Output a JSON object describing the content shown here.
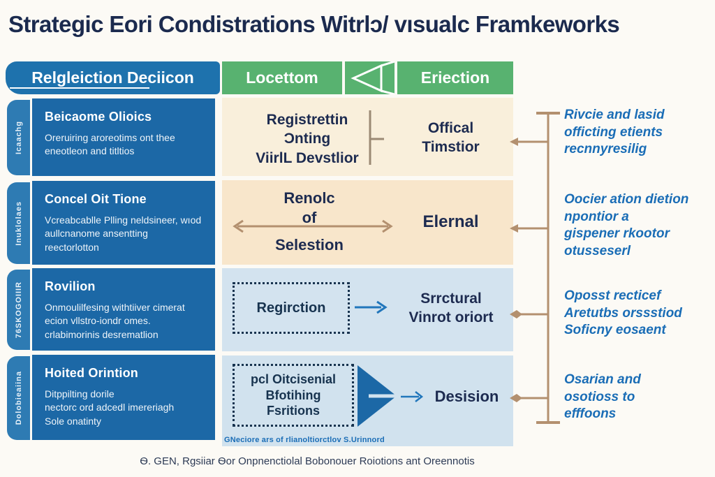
{
  "title": "Strategic Eori Condistrations Witrlɔ/ vısualc Framkeworks",
  "header": {
    "left_label": "Relgleiction Deciicon",
    "locettom": "Locettom",
    "eriection": "Eriection",
    "icon": "left-triangle-funnel-icon"
  },
  "rows": [
    {
      "tab": "Icaachg",
      "left_title": "Beicaome Olioics",
      "left_body": "Oreruiring aroreotims ont thee\neneotleon and titltios",
      "mid_text": "Registrettin\nƆnting\nViirlL Devstlior",
      "right_text": "Offical\nTimstior"
    },
    {
      "tab": "Inuklolaes",
      "left_title": "Concel Oit Tione",
      "left_body": "Vcreabcablle Plling neldsineer, wıod\naullcnanome ansentting\nreectorlotton",
      "mid_top": "Renolc\nof",
      "mid_bottom": "Selestion",
      "right_text": "Elernal"
    },
    {
      "tab": "76SKOGOIIIR",
      "left_title": "Rovilion",
      "left_body": "Onmoulilfesing withtiiver cimerat\necion vllstro-iondr omes.\ncrlabimorinis desrematlion",
      "box_text": "Regirction",
      "right_text": "Srrctural\nVinrot oriort"
    },
    {
      "tab": "Dolobieaiina",
      "left_title": "Hoited Orintion",
      "left_body": "Ditppilting dorile\nnectorc ord adcedl imereriagh\nSole onatinty",
      "box_text": "pcl Oitcisenial\nBfotihing\nFsritions",
      "right_text": "Desision",
      "footnote": "GNeciore ars of rlianoltiorctlov S.Urinnord"
    }
  ],
  "annotations": [
    "Rivcie and lasid\nofficting etients\nrecnnyresilig",
    "Oocier ation dietion\nnpontior a\ngispener rkootor\notusseserl",
    "Oposst recticef\nAretutbs orssstiod\nSoficny eosaent",
    "Osarian and\nosotioss to\nefffoons"
  ],
  "footer_caption": "Ѳ. GEN, Rgsiiar Ѳor Onpnenctiolal Bobonouer Roiotions ant Oreennotis",
  "colors": {
    "title_navy": "#1b2a4e",
    "header_blue": "#1e72ad",
    "box_blue": "#1c68a6",
    "tab_blue": "#2e7bb3",
    "green": "#58b270",
    "beige_row1": "#f9efdb",
    "beige_row2": "#f8e6cb",
    "lightblue_row": "#d2e2ee",
    "tan_connector": "#b3906f",
    "annotation_blue": "#1a6db6",
    "arrow_blue": "#2176bb"
  }
}
